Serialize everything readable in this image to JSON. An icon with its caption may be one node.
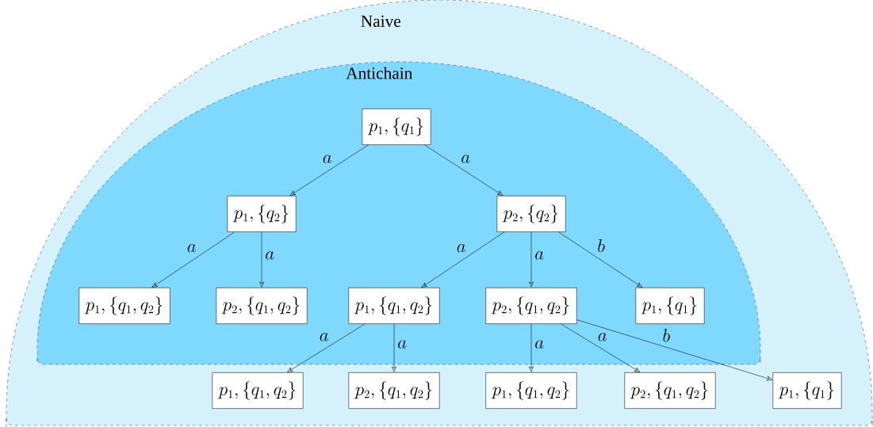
{
  "diagram": {
    "nodes": [
      {
        "text": [
          "Naive"
        ]
      },
      {
        "text": [
          "Antichain"
        ],
        "in": 0
      },
      {
        "text": [
          "p_1, \\{q_1\\}"
        ],
        "in": 1
      },
      {
        "text": [
          "p_1, \\{q_2\\}"
        ],
        "in": 1
      },
      {
        "text": [
          "p_2, \\{q_2\\}"
        ],
        "in": 1
      },
      {
        "text": [
          "p_1, \\{q_1, q_2\\}"
        ],
        "in": 1
      },
      {
        "text": [
          "p_2, \\{q_1, q_2\\}"
        ],
        "in": 1
      },
      {
        "text": [
          "p_1, \\{q_1, q_2\\}"
        ],
        "in": 1
      },
      {
        "text": [
          "p_2, \\{q_1, q_2\\}"
        ],
        "in": 1
      },
      {
        "text": [
          "p_1, \\{q_1\\}"
        ],
        "in": 1
      },
      {
        "text": [
          "p_1, \\{q_1, q_2\\}"
        ],
        "in": 0
      },
      {
        "text": [
          "p_2, \\{q_1, q_2\\}"
        ],
        "in": 0
      },
      {
        "text": [
          "p_1, \\{q_1, q_2\\}"
        ],
        "in": 0
      },
      {
        "text": [
          "p_2, \\{q_1, q_2\\}"
        ],
        "in": 0
      },
      {
        "text": [
          "p_1, \\{q_1\\}"
        ],
        "in": 0
      }
    ],
    "edges": [
      {
        "from": 2,
        "to": 3,
        "arrow": "to",
        "label": "a"
      },
      {
        "from": 2,
        "to": 4,
        "arrow": "to",
        "label": "a"
      },
      {
        "from": 3,
        "to": 5,
        "arrow": "to",
        "label": "a"
      },
      {
        "from": 3,
        "to": 6,
        "arrow": "to",
        "label": "a"
      },
      {
        "from": 4,
        "to": 7,
        "arrow": "to",
        "label": "a"
      },
      {
        "from": 4,
        "to": 8,
        "arrow": "to",
        "label": "a"
      },
      {
        "from": 4,
        "to": 9,
        "arrow": "to",
        "label": "b"
      },
      {
        "from": 7,
        "to": 10,
        "arrow": "to",
        "label": "a"
      },
      {
        "from": 7,
        "to": 11,
        "arrow": "to",
        "label": "a"
      },
      {
        "from": 8,
        "to": 12,
        "arrow": "to",
        "label": "a"
      },
      {
        "from": 8,
        "to": 13,
        "arrow": "to",
        "label": "a"
      },
      {
        "from": 8,
        "to": 14,
        "arrow": "to",
        "label": "b"
      }
    ]
  }
}
